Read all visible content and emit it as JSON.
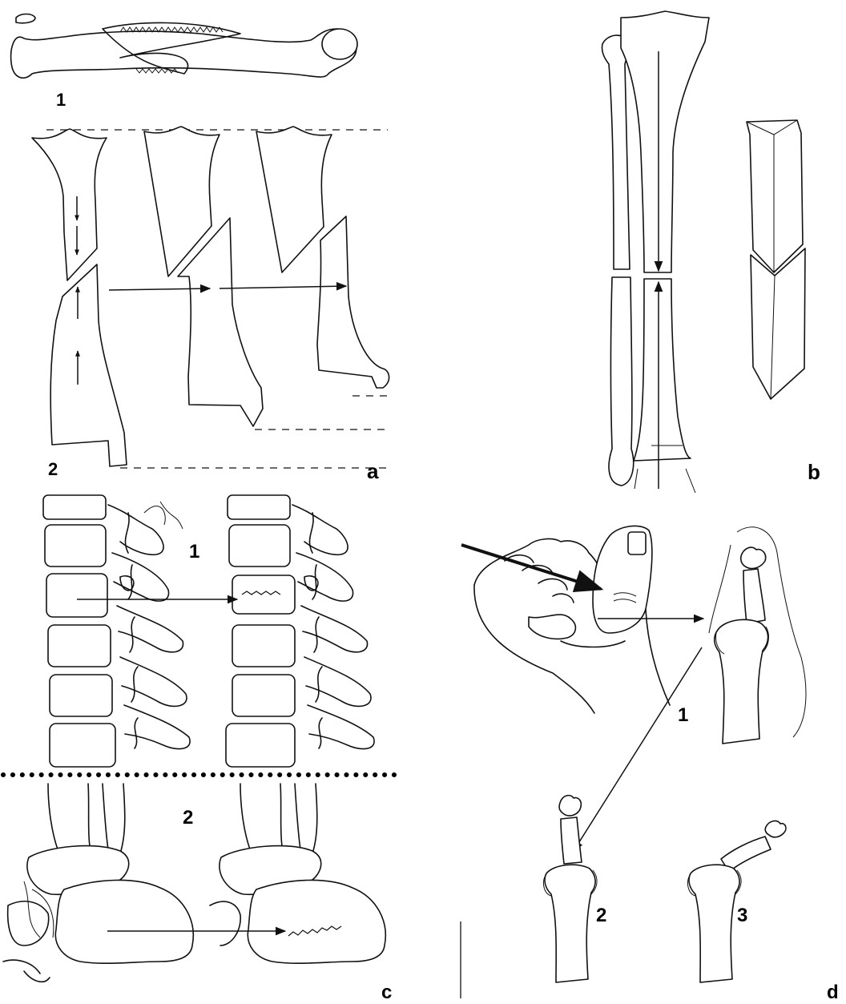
{
  "panels": {
    "a": {
      "letter": "a",
      "sub1": "1",
      "sub2": "2"
    },
    "b": {
      "letter": "b"
    },
    "c": {
      "letter": "c",
      "sub1": "1",
      "sub2": "2"
    },
    "d": {
      "letter": "d",
      "sub1": "1",
      "sub2": "2",
      "sub3": "3"
    }
  }
}
